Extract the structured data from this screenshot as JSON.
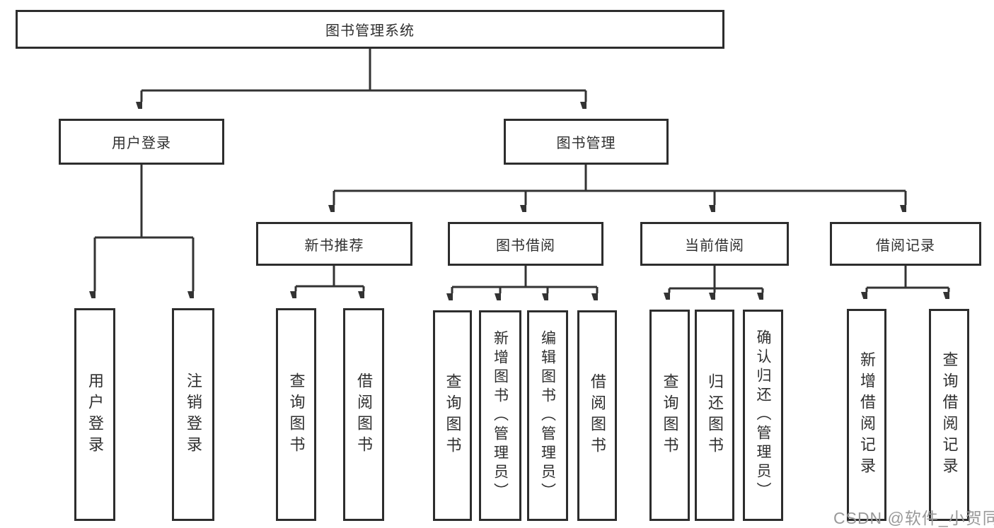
{
  "watermark": {
    "text": "CSDN @软件_小贺同学",
    "color": "#999999"
  },
  "colors": {
    "line": "#333333",
    "box_border": "#2d2d2d",
    "box_background": "#ffffff",
    "text": "#2f2f2f",
    "page_background": "#ffffff"
  },
  "tree": {
    "root": {
      "label": "图书管理系统",
      "children": [
        {
          "label": "用户登录",
          "children": [
            {
              "label": "用户登录"
            },
            {
              "label": "注销登录"
            }
          ]
        },
        {
          "label": "图书管理",
          "children": [
            {
              "label": "新书推荐",
              "children": [
                {
                  "label": "查询图书"
                },
                {
                  "label": "借阅图书"
                }
              ]
            },
            {
              "label": "图书借阅",
              "children": [
                {
                  "label": "查询图书"
                },
                {
                  "label": "新增图书（管理员）"
                },
                {
                  "label": "编辑图书（管理员）"
                },
                {
                  "label": "借阅图书"
                }
              ]
            },
            {
              "label": "当前借阅",
              "children": [
                {
                  "label": "查询图书"
                },
                {
                  "label": "归还图书"
                },
                {
                  "label": "确认归还（管理员）"
                }
              ]
            },
            {
              "label": "借阅记录",
              "children": [
                {
                  "label": "新增借阅记录"
                },
                {
                  "label": "查询借阅记录"
                }
              ]
            }
          ]
        }
      ]
    }
  }
}
